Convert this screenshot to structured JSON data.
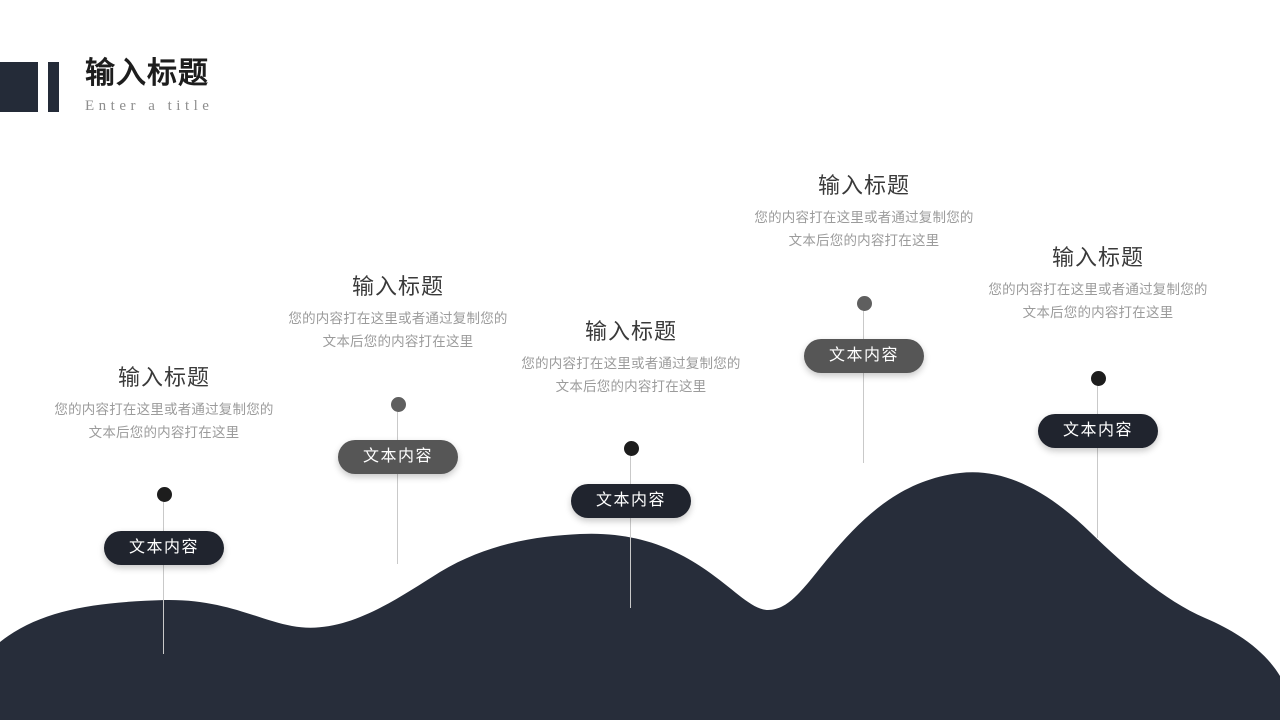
{
  "header": {
    "title": "输入标题",
    "subtitle": "Enter a title",
    "mark_color": "#242b38"
  },
  "theme": {
    "background": "#ffffff",
    "mountain_color": "#272d3a",
    "pill_dark": "#20242e",
    "pill_gray": "#565656",
    "dot_dark": "#1d1d1d",
    "dot_gray": "#5f5f5f",
    "line_color": "#c9c9c9",
    "title_color": "#3a3a3a",
    "desc_color": "#9b9b9b"
  },
  "timeline": {
    "items": [
      {
        "title": "输入标题",
        "desc": "您的内容打在这里或者通过复制您的文本后您的内容打在这里",
        "pill_label": "文本内容",
        "pill_style": "dark",
        "dot_style": "dark"
      },
      {
        "title": "输入标题",
        "desc": "您的内容打在这里或者通过复制您的文本后您的内容打在这里",
        "pill_label": "文本内容",
        "pill_style": "gray",
        "dot_style": "gray"
      },
      {
        "title": "输入标题",
        "desc": "您的内容打在这里或者通过复制您的文本后您的内容打在这里",
        "pill_label": "文本内容",
        "pill_style": "dark",
        "dot_style": "dark"
      },
      {
        "title": "输入标题",
        "desc": "您的内容打在这里或者通过复制您的文本后您的内容打在这里",
        "pill_label": "文本内容",
        "pill_style": "gray",
        "dot_style": "gray"
      },
      {
        "title": "输入标题",
        "desc": "您的内容打在这里或者通过复制您的文本后您的内容打在这里",
        "pill_label": "文本内容",
        "pill_style": "dark",
        "dot_style": "dark"
      }
    ]
  }
}
